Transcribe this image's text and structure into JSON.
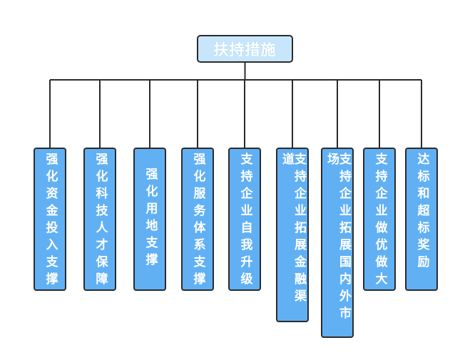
{
  "diagram": {
    "root": {
      "label": "扶持措施"
    },
    "children": [
      {
        "label": "强化资金投入支撑"
      },
      {
        "label": "强化科技人才保障"
      },
      {
        "label": "强化用地支撑"
      },
      {
        "label": "强化服务体系支撑"
      },
      {
        "label": "支持企业自我升级"
      },
      {
        "label": "支持企业拓展金融渠道"
      },
      {
        "label": "支持企业拓展国内外市场"
      },
      {
        "label": "支持企业做优做大"
      },
      {
        "label": "达标和超标奖励"
      }
    ],
    "colors": {
      "root_fill": "#c8e6fb",
      "child_fill": "#61b0f4",
      "border": "#2b2b2b",
      "text": "#ffffff"
    }
  }
}
